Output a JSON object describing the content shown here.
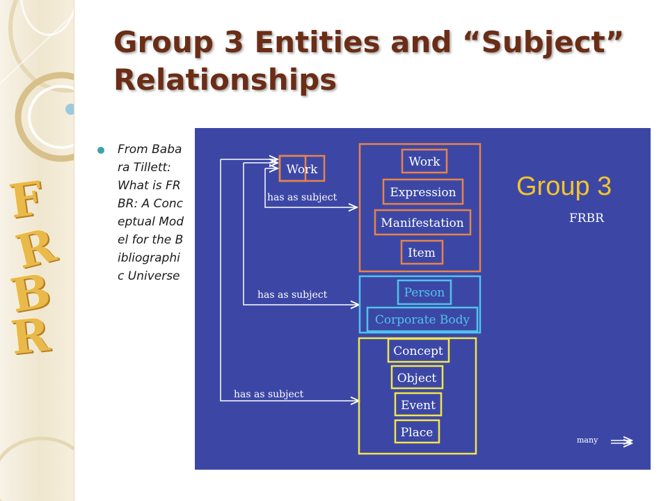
{
  "slide": {
    "title_line1": "Group 3 Entities and “Subject”",
    "title_line2": "Relationships",
    "bullet": "From Babara Tillett: What is FRBR: A Conceptual Model for the Bibliographic Universe"
  },
  "logo": {
    "letters": [
      "F",
      "R",
      "B",
      "R"
    ]
  },
  "diagram": {
    "heading": "Group 3",
    "subheading": "FRBR",
    "left_work": "Work",
    "relationship_label": "has as subject",
    "group1": [
      "Work",
      "Expression",
      "Manifestation",
      "Item"
    ],
    "group2": [
      "Person",
      "Corporate Body"
    ],
    "group3": [
      "Concept",
      "Object",
      "Event",
      "Place"
    ],
    "legend": "many",
    "colors": {
      "background": "#3c47a5",
      "group1": "#e8834a",
      "group2": "#4fc4ec",
      "group3": "#f2e64b",
      "arrows": "#ffffff",
      "heading": "#f3c42e"
    }
  }
}
